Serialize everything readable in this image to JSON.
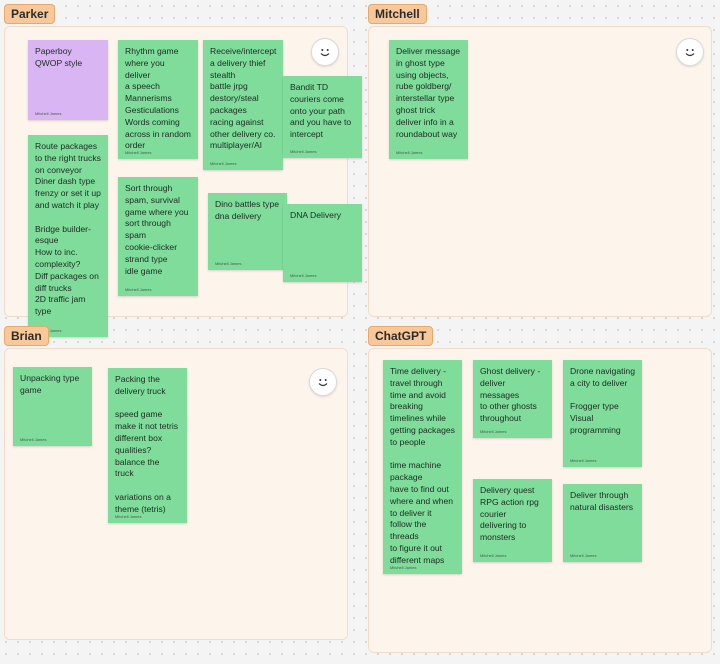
{
  "sections": {
    "parker": {
      "label": "Parker"
    },
    "mitchell": {
      "label": "Mitchell"
    },
    "brian": {
      "label": "Brian"
    },
    "chatgpt": {
      "label": "ChatGPT"
    }
  },
  "author": "Mitchell James",
  "notes": {
    "paperboy": "Paperboy\nQWOP style",
    "route": "Route packages\nto the right trucks\non conveyor\nDiner dash type\nfrenzy or set it up\nand watch it play\n\nBridge builder-\nesque\nHow to inc.\ncomplexity?\nDiff packages on\ndiff trucks\n2D traffic jam\ntype",
    "rhythm": "Rhythm game\nwhere you deliver\na speech\nMannerisms\nGesticulations\nWords coming\nacross in random\norder",
    "receive": "Receive/intercept\na delivery thief\nstealth\nbattle jrpg\ndestory/steal\npackages\nracing against\nother delivery co.\nmultiplayer/AI",
    "bandit": "Bandit TD\ncouriers come\nonto your path\nand you have to\nintercept",
    "sort": "Sort through\nspam, survival\ngame where you\nsort through\nspam\ncookie-clicker\nstrand type\nidle game",
    "dino": "Dino battles type\ndna delivery",
    "dna": "DNA Delivery",
    "ghost_message": "Deliver message\nin ghost type\nusing objects,\nrube goldberg/\ninterstellar type\nghost trick\ndeliver info in a\nroundabout way",
    "unpacking": "Unpacking type\ngame",
    "packing": "Packing the\ndelivery truck\n\nspeed game\nmake it not tetris\ndifferent box\nqualities?\nbalance the truck\n\nvariations on a\ntheme (tetris)",
    "time": "Time delivery -\ntravel through\ntime and avoid\nbreaking\ntimelines while\ngetting packages\nto people\n\ntime machine\npackage\nhave to find out\nwhere and when\nto deliver it\nfollow the threads\nto figure it out\ndifferent maps",
    "ghost_delivery": "Ghost delivery -\ndeliver messages\nto other ghosts\nthroughout",
    "drone": "Drone navigating\na city to deliver\n\nFrogger type\nVisual\nprogramming",
    "quest": "Delivery quest\nRPG action rpg\ncourier\ndelivering to\nmonsters",
    "disasters": "Deliver through\nnatural disasters"
  },
  "icons": {
    "reaction": "smiley-icon"
  },
  "colors": {
    "note_green": "#7fdc9b",
    "note_purple": "#d9b6f3",
    "section_bg": "#fdf4ec",
    "label_bg": "#f8c89a"
  }
}
